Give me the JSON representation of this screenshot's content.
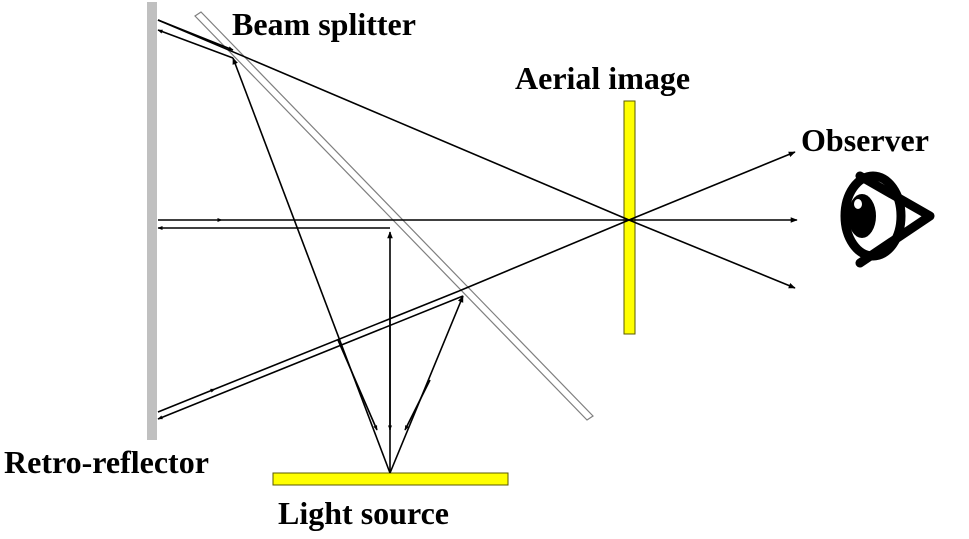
{
  "labels": {
    "beam_splitter": "Beam splitter",
    "aerial_image": "Aerial image",
    "observer": "Observer",
    "retro_reflector": "Retro-reflector",
    "light_source": "Light source"
  },
  "colors": {
    "retro_reflector": "#c0c0c0",
    "light_source": "#ffff00",
    "aerial_image": "#ffff00",
    "outline": "#5a5a00",
    "rays": "#000000",
    "beam_splitter_stroke": "#7f7f7f",
    "beam_splitter_fill": "#ffffff"
  },
  "icons": {
    "observer": "eye-icon"
  }
}
